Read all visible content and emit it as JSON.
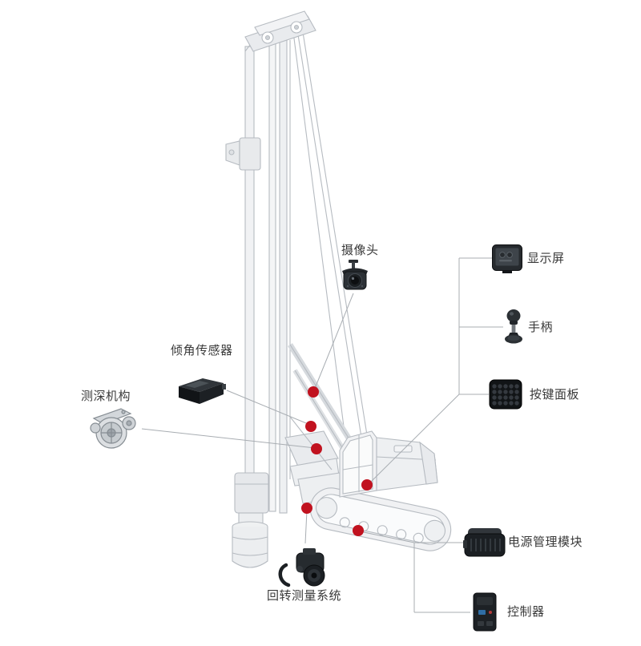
{
  "labels": {
    "camera": "摄像头",
    "display": "显示屏",
    "joystick": "手柄",
    "keypad": "按键面板",
    "tilt_sensor": "倾角传感器",
    "depth_device": "测深机构",
    "power_module": "电源管理模块",
    "controller": "控制器",
    "rotary_system": "回转测量系统"
  },
  "icons": {
    "camera": "surveillance-camera-icon",
    "display": "monitor-icon",
    "joystick": "joystick-icon",
    "keypad": "keypad-icon",
    "tilt_sensor": "sensor-box-icon",
    "depth_device": "pulley-assembly-icon",
    "power_module": "power-module-icon",
    "controller": "controller-box-icon",
    "rotary_system": "rotary-sensor-icon",
    "marker": "red-dot-marker",
    "illustration": "rotary-drilling-rig-line-art"
  },
  "colors": {
    "background": "#ffffff",
    "marker": "#c1121f",
    "leader_line": "#a8adb2",
    "label_text": "#3a3a3a",
    "rig_line": "#b6bbc1"
  },
  "marker_count": 6
}
